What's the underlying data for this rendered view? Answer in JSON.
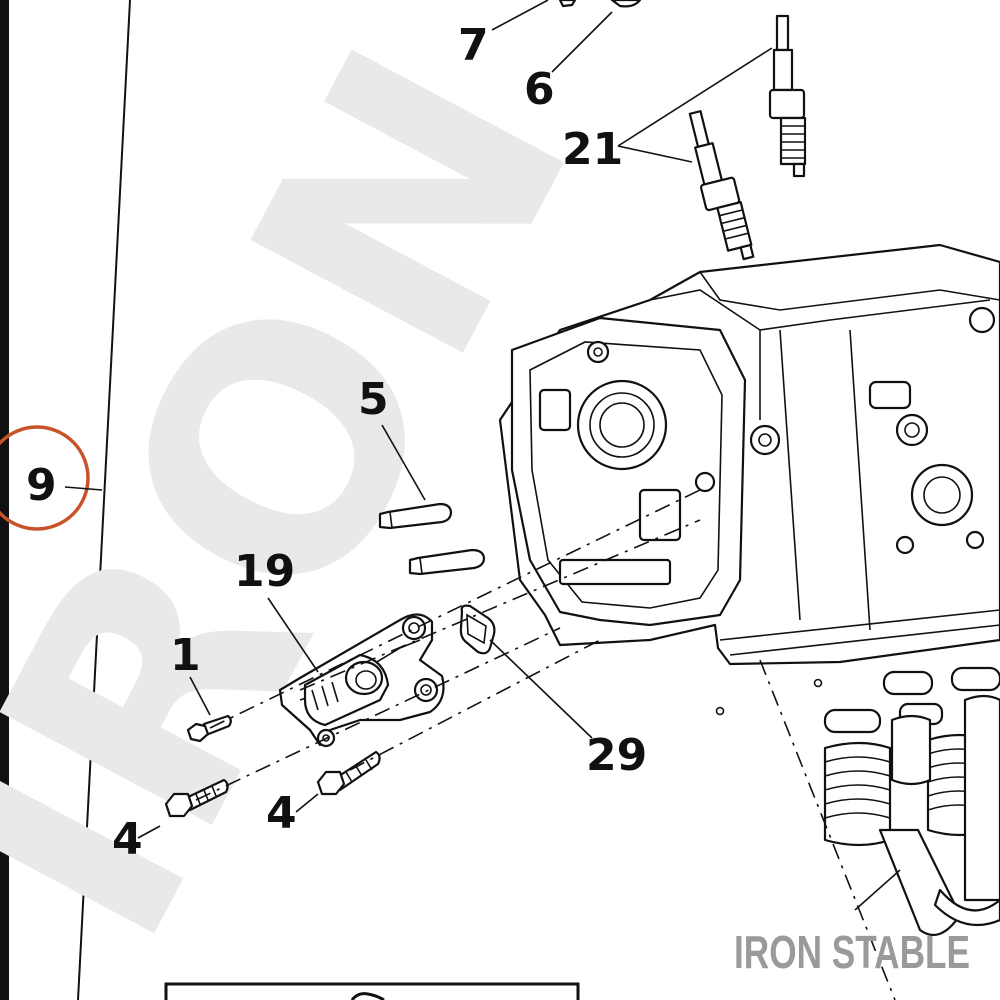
{
  "diagram": {
    "callouts": {
      "c7": "7",
      "c6": "6",
      "c21": "21",
      "c5": "5",
      "c9": "9",
      "c19": "19",
      "c1": "1",
      "c29": "29",
      "c4a": "4",
      "c4b": "4"
    },
    "highlight_color": "#c8532a",
    "watermark_text": "IRON ST",
    "brand_text": "IRON STABLE"
  }
}
